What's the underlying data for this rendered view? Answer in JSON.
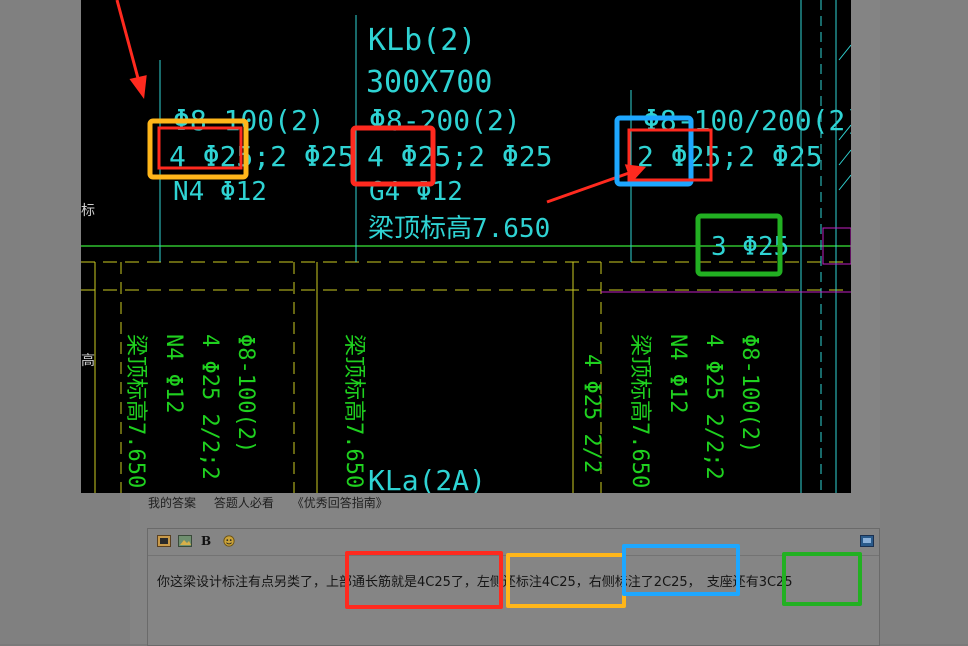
{
  "cad": {
    "beam_b_name": "KLb(2)",
    "beam_b_size": "300X700",
    "beam_b_stirrup": "Φ8-200(2)",
    "beam_b_bars": "4 Φ25;2 Φ25",
    "beam_b_side": "G4 Φ12",
    "beam_b_elev": "梁顶标高7.650",
    "left_stirrup": "Φ8-100(2)",
    "left_bars": "4 Φ25;2 Φ25",
    "left_side": "N4 Φ12",
    "right_stirrup": "Φ8-100/200(2)",
    "right_bars": "2 Φ25;2 Φ25",
    "support_bars": "3 Φ25",
    "beam_a_name": "KLa(2A)",
    "green_elev": "梁顶标高7.650",
    "green_side": "N4 Φ12",
    "green_bars": "4 Φ25 2/2;2",
    "green_stirrup": "Φ8-100(2)",
    "green_mid": "4 Φ25 2/2",
    "left_mark_1": "标",
    "left_mark_2": "高"
  },
  "tabs": [
    "我的答案",
    "答题人必看",
    "《优秀回答指南》"
  ],
  "toolbar": {
    "icons": [
      "image-icon",
      "picture-upload-icon",
      "bold-icon",
      "emoji-icon",
      "fullscreen-icon"
    ],
    "bold_label": "B"
  },
  "answer": {
    "seg1": "你这梁设计标注有点另类了，",
    "seg2": "上部通长筋就是4C25了，",
    "seg3": "左侧还标注4C25，",
    "seg4": "右侧标注了2C25，",
    "seg5": "支座还有3C25"
  },
  "colors": {
    "red": "#ff2a1f",
    "yellow": "#ffb61a",
    "blue": "#1ea7ff",
    "green": "#22b022",
    "cad_cyan": "#2fd3d3",
    "cad_green": "#1fd11f"
  }
}
